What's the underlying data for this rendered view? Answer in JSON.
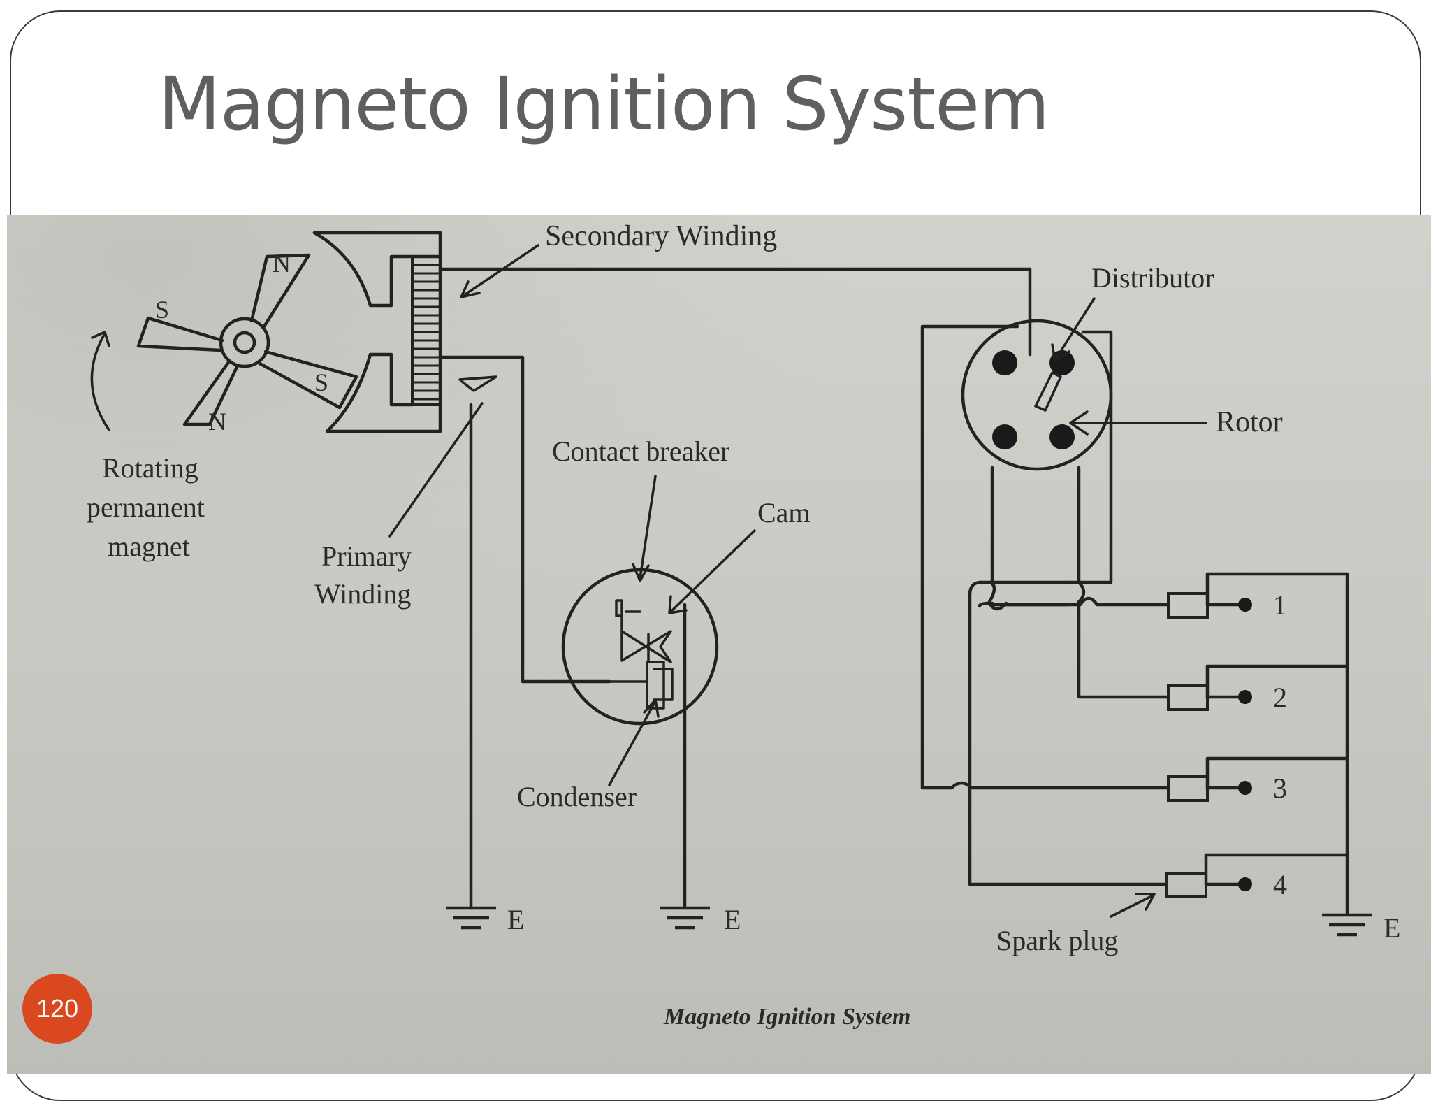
{
  "slide": {
    "title": "Magneto Ignition System",
    "page_number": "120"
  },
  "diagram": {
    "caption": "Magneto Ignition System",
    "labels": {
      "secondary_winding": "Secondary Winding",
      "distributor": "Distributor",
      "rotor": "Rotor",
      "rotating_magnet_line1": "Rotating",
      "rotating_magnet_line2": "permanent",
      "rotating_magnet_line3": "magnet",
      "contact_breaker": "Contact breaker",
      "cam": "Cam",
      "primary_winding_line1": "Primary",
      "primary_winding_line2": "Winding",
      "condenser": "Condenser",
      "spark_plug": "Spark plug",
      "earth_1": "E",
      "earth_2": "E",
      "earth_3": "E",
      "plug_1": "1",
      "plug_2": "2",
      "plug_3": "3",
      "plug_4": "4",
      "pole_n_top": "N",
      "pole_s_left": "S",
      "pole_s_right": "S",
      "pole_n_bottom": "N"
    }
  }
}
